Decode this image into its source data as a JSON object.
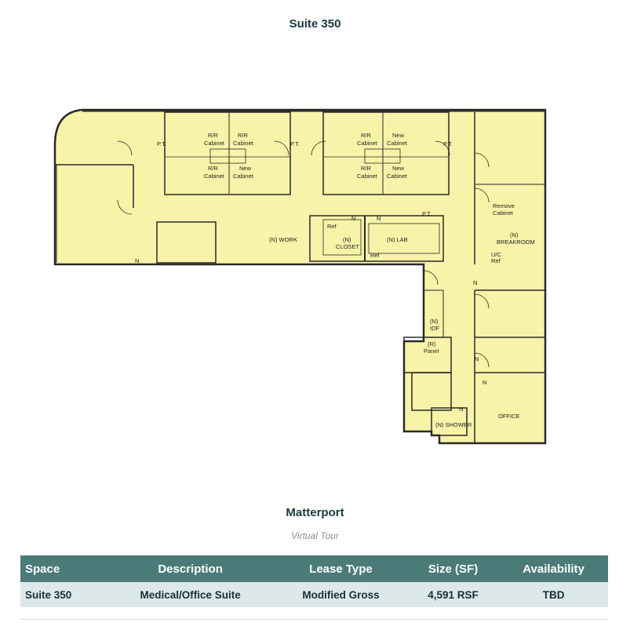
{
  "page": {
    "title": "Suite 350"
  },
  "floorplan": {
    "fill_color": "#f7f3a8",
    "wall_color": "#2a2a2a",
    "labels": {
      "pt1": "P.T.",
      "pt2": "P.T.",
      "pt3": "P.T.",
      "pt4": "P.T.",
      "rr1a": "R/R",
      "rr1b": "Cabinet",
      "rr2a": "R/R",
      "rr2b": "Cabinet",
      "rr3a": "R/R",
      "rr3b": "Cabinet",
      "new1a": "New",
      "new1b": "Cabinet",
      "rr4a": "R/R",
      "rr4b": "Cabinet",
      "new2a": "New",
      "new2b": "Cabinet",
      "rr5a": "R/R",
      "rr5b": "Cabinet",
      "new3a": "New",
      "new3b": "Cabinet",
      "remove_a": "Remove",
      "remove_b": "Cabinet",
      "breakroom_a": "(N)",
      "breakroom_b": "BREAKROOM",
      "work": "(N) WORK",
      "ref1": "Ref",
      "ref2": "Ref",
      "closet_a": "(N)",
      "closet_b": "CLOSET",
      "lab": "(N) LAB",
      "uc_a": "U/C",
      "uc_b": "Ref",
      "idf_a": "(N)",
      "idf_b": "IDF",
      "panel_a": "(R)",
      "panel_b": "Panel",
      "shower": "(N) SHOWER",
      "office": "OFFICE",
      "n": "N"
    }
  },
  "matterport": {
    "title": "Matterport",
    "subtitle": "Virtual Tour"
  },
  "availability": {
    "headers": [
      "Space",
      "Description",
      "Lease Type",
      "Size (SF)",
      "Availability"
    ],
    "rows": [
      [
        "Suite 350",
        "Medical/Office Suite",
        "Modified Gross",
        "4,591 RSF",
        "TBD"
      ]
    ]
  }
}
